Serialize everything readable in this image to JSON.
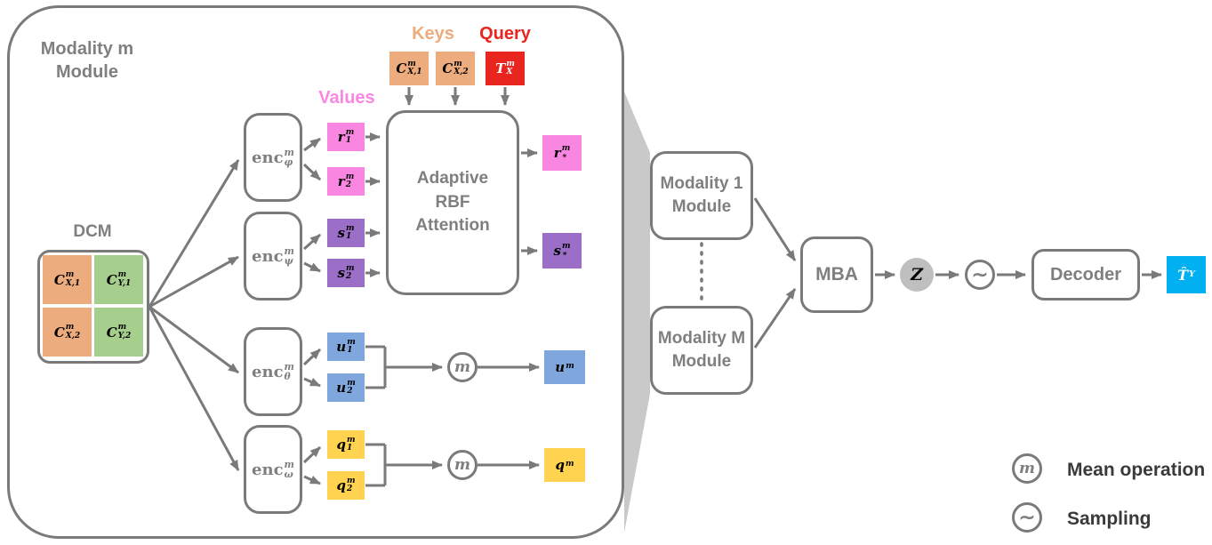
{
  "palette": {
    "tan": "#EDAC7D",
    "green": "#A6CE8C",
    "pink": "#F987E2",
    "purple": "#9B6EC8",
    "blue": "#7FA7DD",
    "yellow": "#FFD24F",
    "red": "#E8251E",
    "cyan": "#00B0F0",
    "gray_fill": "#BFBFBF",
    "line_gray": "#7A7A7A",
    "label_gray": "#7F7F7F"
  },
  "module": {
    "title_line1": "Modality m",
    "title_line2": "Module",
    "dcm": {
      "label": "DCM",
      "cells": [
        {
          "base": "C",
          "sup": "m",
          "sub": "X,1"
        },
        {
          "base": "C",
          "sup": "m",
          "sub": "Y,1"
        },
        {
          "base": "C",
          "sup": "m",
          "sub": "X,2"
        },
        {
          "base": "C",
          "sup": "m",
          "sub": "Y,2"
        }
      ]
    },
    "encoders": [
      {
        "base": "enc",
        "sup": "m",
        "sub": "φ"
      },
      {
        "base": "enc",
        "sup": "m",
        "sub": "ψ"
      },
      {
        "base": "enc",
        "sup": "m",
        "sub": "θ"
      },
      {
        "base": "enc",
        "sup": "m",
        "sub": "ω"
      }
    ],
    "values_label": "Values",
    "keys_label": "Keys",
    "query_label": "Query",
    "key_boxes": [
      {
        "base": "C",
        "sup": "m",
        "sub": "X,1"
      },
      {
        "base": "C",
        "sup": "m",
        "sub": "X,2"
      }
    ],
    "query_box": {
      "base": "T",
      "sup": "m",
      "sub": "X"
    },
    "value_boxes": [
      {
        "base": "r",
        "sup": "m",
        "sub": "1"
      },
      {
        "base": "r",
        "sup": "m",
        "sub": "2"
      }
    ],
    "s_boxes": [
      {
        "base": "s",
        "sup": "m",
        "sub": "1"
      },
      {
        "base": "s",
        "sup": "m",
        "sub": "2"
      }
    ],
    "u_boxes": [
      {
        "base": "u",
        "sup": "m",
        "sub": "1"
      },
      {
        "base": "u",
        "sup": "m",
        "sub": "2"
      }
    ],
    "q_boxes": [
      {
        "base": "q",
        "sup": "m",
        "sub": "1"
      },
      {
        "base": "q",
        "sup": "m",
        "sub": "2"
      }
    ],
    "attention": {
      "line1": "Adaptive",
      "line2": "RBF",
      "line3": "Attention"
    },
    "outputs": {
      "r_star": {
        "base": "r",
        "sup": "m",
        "sub": "∗"
      },
      "s_star": {
        "base": "s",
        "sup": "m",
        "sub": "∗"
      },
      "u_bar": {
        "base": "u",
        "sup": "m",
        "sub": ""
      },
      "q_bar": {
        "base": "q",
        "sup": "m",
        "sub": ""
      }
    },
    "mean_symbol": "m"
  },
  "pipeline": {
    "modality1_line1": "Modality 1",
    "modality1_line2": "Module",
    "modalityM_line1": "Modality M",
    "modalityM_line2": "Module",
    "mba_label": "MBA",
    "z_node": {
      "base": "Z",
      "sup": "",
      "sub": ""
    },
    "sampling_symbol": "∼",
    "decoder_label": "Decoder",
    "output_box": {
      "base": "T̂",
      "sup": "",
      "sub": "Y"
    }
  },
  "legend": {
    "mean_symbol": "m",
    "mean_label": "Mean operation",
    "sampling_symbol": "∼",
    "sampling_label": "Sampling"
  }
}
